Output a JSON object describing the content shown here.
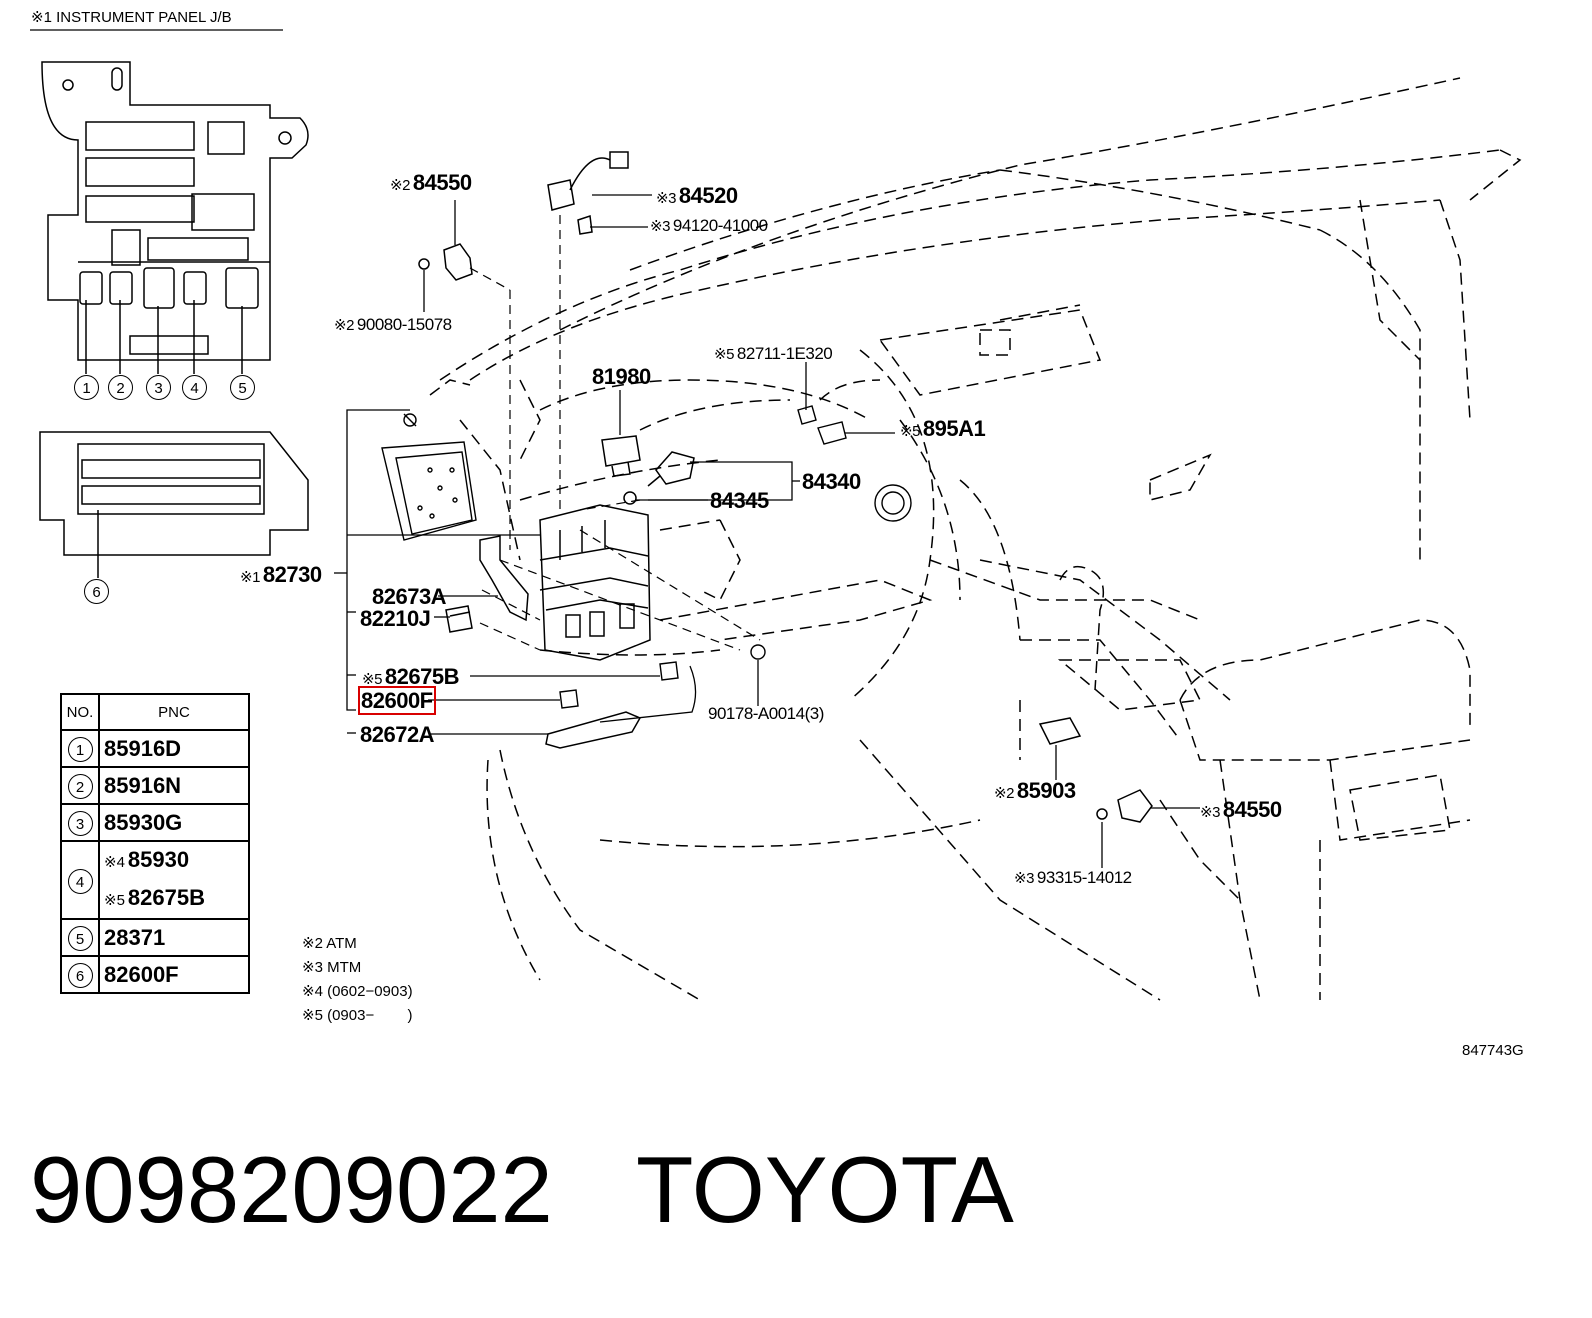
{
  "title": "※1 INSTRUMENT PANEL J/B",
  "fuse_block_callouts": [
    "1",
    "2",
    "3",
    "4",
    "5",
    "6"
  ],
  "parts": {
    "p84550_top": {
      "mark": "※2",
      "code": "84550"
    },
    "p84520": {
      "mark": "※3",
      "code": "84520"
    },
    "p94120": {
      "mark": "※3",
      "code": "94120-41000"
    },
    "p90080": {
      "mark": "※2",
      "code": "90080-15078"
    },
    "p81980": {
      "mark": "",
      "code": "81980"
    },
    "p82711": {
      "mark": "※5",
      "code": "82711-1E320"
    },
    "p895A1": {
      "mark": "※5",
      "code": "895A1"
    },
    "p84340": {
      "mark": "",
      "code": "84340"
    },
    "p84345": {
      "mark": "",
      "code": "84345"
    },
    "p82730": {
      "mark": "※1",
      "code": "82730"
    },
    "p82673A": {
      "mark": "",
      "code": "82673A"
    },
    "p82210J": {
      "mark": "",
      "code": "82210J"
    },
    "p82675B": {
      "mark": "※5",
      "code": "82675B"
    },
    "p82600F": {
      "mark": "",
      "code": "82600F"
    },
    "p82672A": {
      "mark": "",
      "code": "82672A"
    },
    "p90178": {
      "mark": "",
      "code": "90178-A0014(3)"
    },
    "p85903": {
      "mark": "※2",
      "code": "85903"
    },
    "p84550_bottom": {
      "mark": "※3",
      "code": "84550"
    },
    "p93315": {
      "mark": "※3",
      "code": "93315-14012"
    }
  },
  "pnc_table": {
    "headers": [
      "NO.",
      "PNC"
    ],
    "rows": [
      {
        "no": "1",
        "entries": [
          {
            "mark": "",
            "pnc": "85916D"
          }
        ]
      },
      {
        "no": "2",
        "entries": [
          {
            "mark": "",
            "pnc": "85916N"
          }
        ]
      },
      {
        "no": "3",
        "entries": [
          {
            "mark": "",
            "pnc": "85930G"
          }
        ]
      },
      {
        "no": "4",
        "entries": [
          {
            "mark": "※4",
            "pnc": "85930"
          },
          {
            "mark": "※5",
            "pnc": "82675B"
          }
        ]
      },
      {
        "no": "5",
        "entries": [
          {
            "mark": "",
            "pnc": "28371"
          }
        ]
      },
      {
        "no": "6",
        "entries": [
          {
            "mark": "",
            "pnc": "82600F"
          }
        ]
      }
    ]
  },
  "notes": [
    "※2 ATM",
    "※3 MTM",
    "※4 (0602−0903)",
    "※5 (0903−        )"
  ],
  "illustration_code": "847743G",
  "caption": {
    "part_number": "9098209022",
    "brand": "TOYOTA"
  },
  "highlight_color": "#d80000"
}
